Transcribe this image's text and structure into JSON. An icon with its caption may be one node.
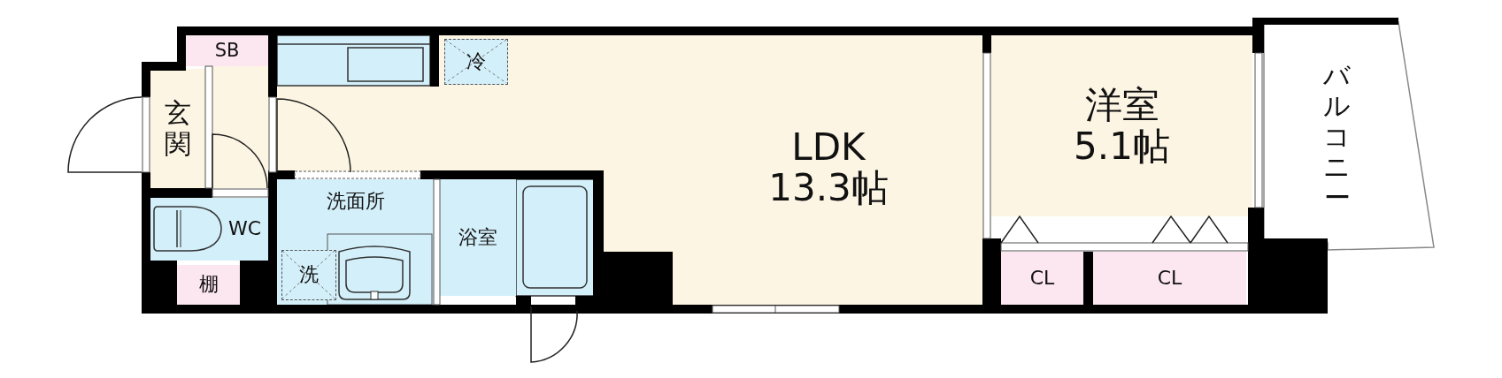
{
  "diagram": {
    "nodes": [
      {
        "text": [
          "SB"
        ]
      },
      {
        "text": [
          "玄関"
        ]
      },
      {
        "text": [
          "LDK",
          "13.3帖"
        ]
      },
      {
        "text": [
          "冷"
        ],
        "in": 2
      },
      {
        "text": [
          "洋室",
          "5.1帖"
        ]
      },
      {
        "text": [
          "バルコニー"
        ]
      },
      {
        "text": [
          "WC"
        ]
      },
      {
        "text": [
          "洗面所"
        ]
      },
      {
        "text": [
          "洗"
        ],
        "in": 7
      },
      {
        "text": [
          "浴室"
        ]
      },
      {
        "text": [
          "棚"
        ]
      },
      {
        "text": [
          "CL"
        ]
      },
      {
        "text": [
          "CL"
        ]
      },
      {
        "text": [],
        "shape": "box"
      }
    ]
  }
}
